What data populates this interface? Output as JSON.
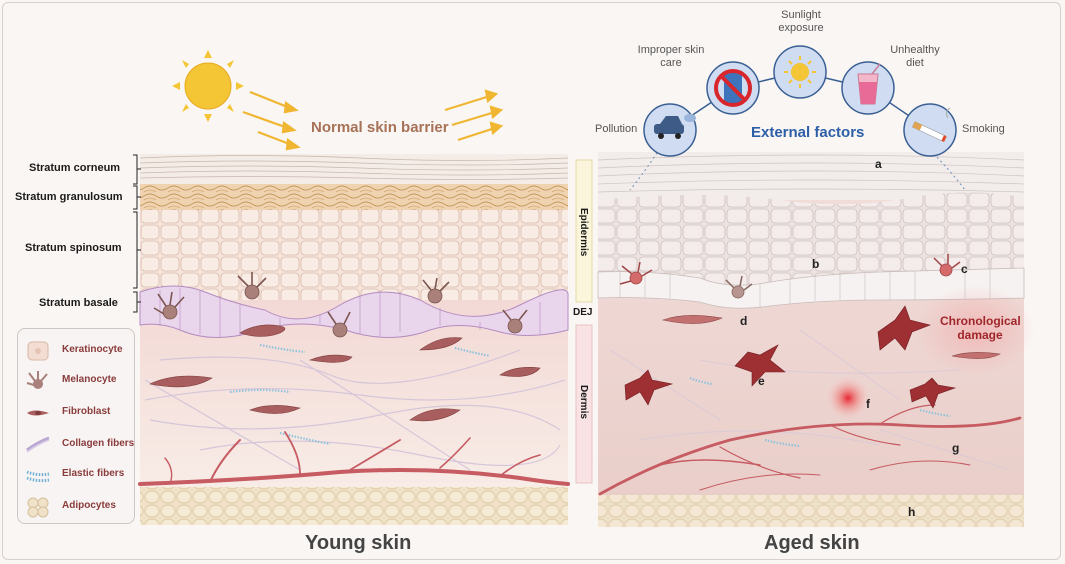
{
  "titles": {
    "barrier": "Normal skin barrier",
    "external": "External factors",
    "chrono": "Chronological damage",
    "young": "Young skin",
    "aged": "Aged skin"
  },
  "strata": [
    "Stratum corneum",
    "Stratum granulosum",
    "Stratum spinosum",
    "Stratum basale"
  ],
  "layers": {
    "epidermis": "Epidermis",
    "dej": "DEJ",
    "dermis": "Dermis"
  },
  "legend": [
    {
      "label": "Keratinocyte",
      "icon": "keratinocyte-icon"
    },
    {
      "label": "Melanocyte",
      "icon": "melanocyte-icon"
    },
    {
      "label": "Fibroblast",
      "icon": "fibroblast-icon"
    },
    {
      "label": "Collagen fibers",
      "icon": "collagen-icon"
    },
    {
      "label": "Elastic fibers",
      "icon": "elastic-icon"
    },
    {
      "label": "Adipocytes",
      "icon": "adipocyte-icon"
    }
  ],
  "factors": {
    "pollution": "Pollution",
    "improper_care": "Improper skin care",
    "sunlight": "Sunlight exposure",
    "diet": "Unhealthy diet",
    "smoking": "Smoking"
  },
  "letters": [
    "a",
    "b",
    "c",
    "d",
    "e",
    "f",
    "g",
    "h"
  ],
  "colors": {
    "fibroblast": "#a85e5e",
    "aged_fibroblast": "#9e2f33",
    "external_blue": "#2c5fa8",
    "barrier_brown": "#a77257",
    "chrono_red": "#a0262b"
  }
}
